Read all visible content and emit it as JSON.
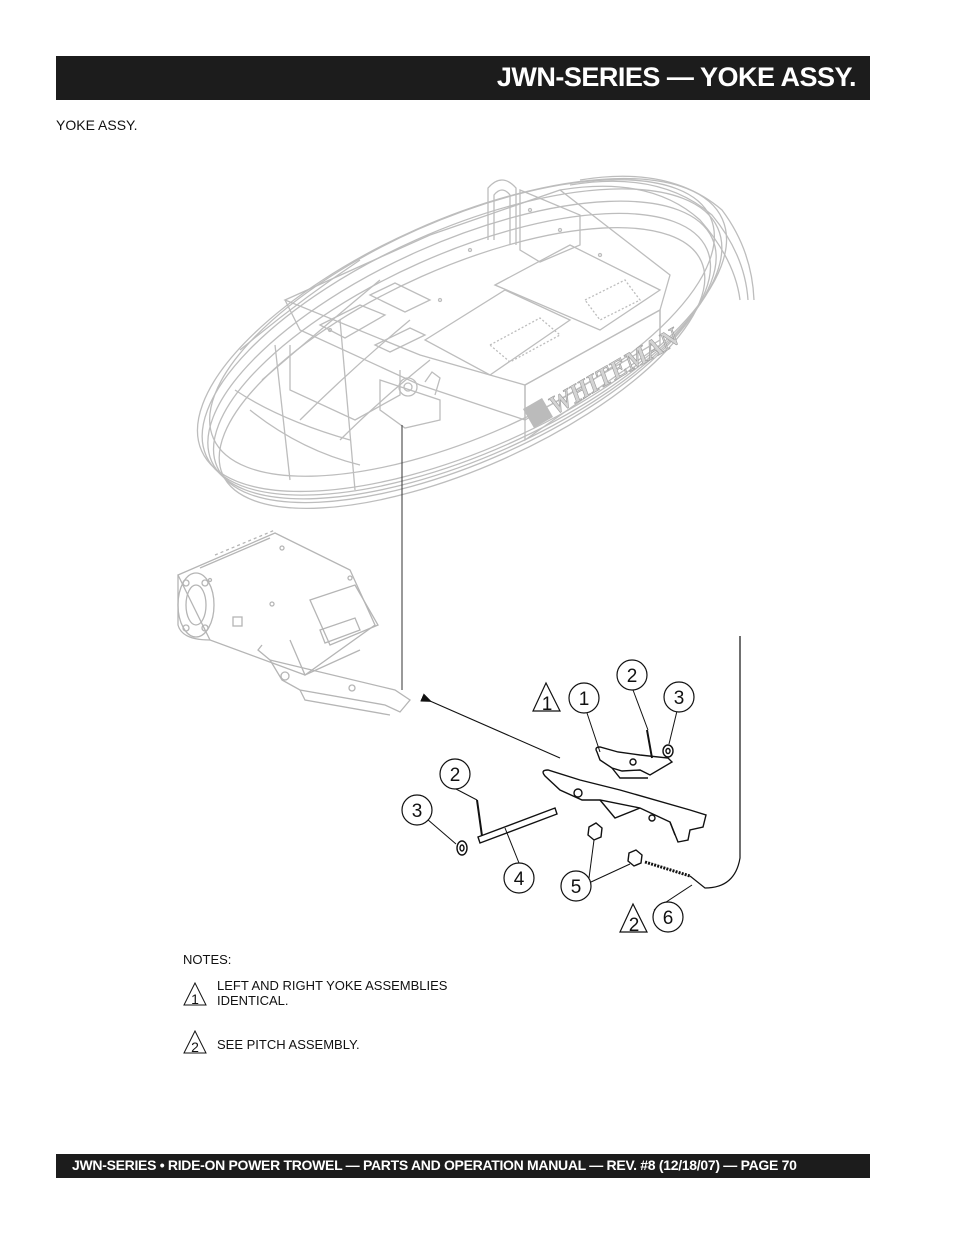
{
  "header": {
    "title": "JWN-SERIES — YOKE ASSY."
  },
  "section_label": "YOKE ASSY.",
  "brand_plate": "WHITEMAN",
  "callouts": [
    {
      "num": "1"
    },
    {
      "num": "2"
    },
    {
      "num": "3"
    },
    {
      "num": "2"
    },
    {
      "num": "3"
    },
    {
      "num": "4"
    },
    {
      "num": "5"
    },
    {
      "num": "6"
    }
  ],
  "flags": [
    {
      "num": "1"
    },
    {
      "num": "2"
    }
  ],
  "notes": {
    "heading": "NOTES:",
    "items": [
      {
        "symbol": "1",
        "text": "LEFT AND RIGHT YOKE ASSEMBLIES IDENTICAL."
      },
      {
        "symbol": "2",
        "text": "SEE PITCH ASSEMBLY."
      }
    ]
  },
  "footer": {
    "text": "JWN-SERIES  • RIDE-ON POWER TROWEL — PARTS AND OPERATION MANUAL — REV. #8 (12/18/07) — PAGE 70"
  }
}
